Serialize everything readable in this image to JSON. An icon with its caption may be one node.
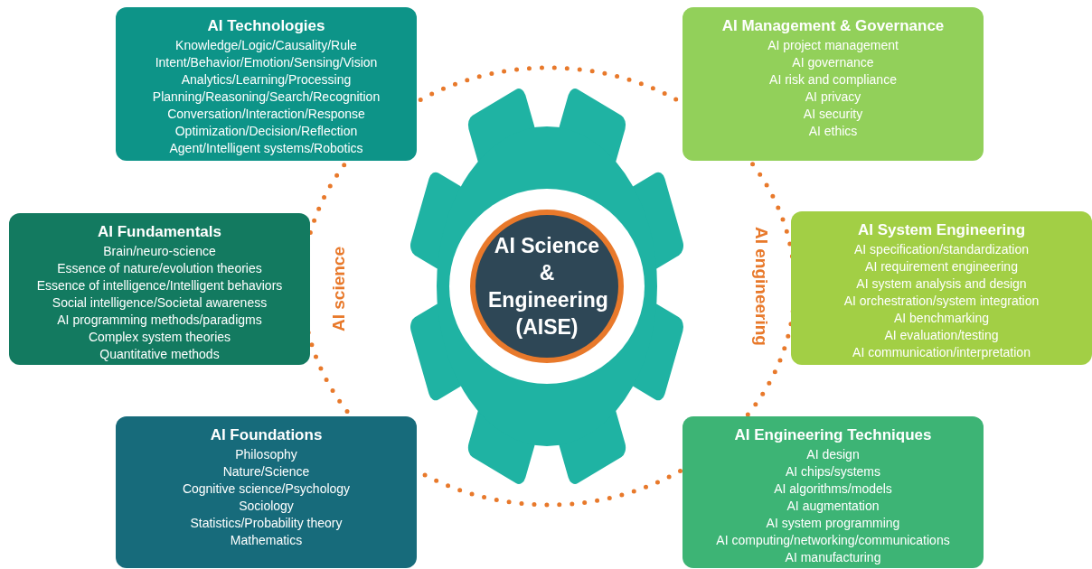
{
  "diagram": {
    "nodes": [
      {
        "text": [
          "AI Technologies",
          "Knowledge/Logic/Causality/Rule",
          "Intent/Behavior/Emotion/Sensing/Vision",
          "Analytics/Learning/Processing",
          "Planning/Reasoning/Search/Recognition",
          "Conversation/Interaction/Response",
          "Optimization/Decision/Reflection",
          "Agent/Intelligent systems/Robotics"
        ]
      },
      {
        "text": [
          "AI Management & Governance",
          "AI project management",
          "AI governance",
          "AI risk and compliance",
          "AI privacy",
          "AI security",
          "AI ethics"
        ]
      },
      {
        "text": [
          "AI Fundamentals",
          "Brain/neuro-science",
          "Essence of nature/evolution theories",
          "Essence of intelligence/Intelligent behaviors",
          "Social intelligence/Societal awareness",
          "AI programming methods/paradigms",
          "Complex system theories",
          "Quantitative methods"
        ]
      },
      {
        "text": [
          "AI Science & Engineering (AISE)"
        ]
      },
      {
        "text": [
          "AI System Engineering",
          "AI specification/standardization",
          "AI requirement engineering",
          "AI system analysis and design",
          "AI orchestration/system integration",
          "AI benchmarking",
          "AI evaluation/testing",
          "AI communication/interpretation"
        ]
      },
      {
        "text": [
          "AI Foundations",
          "Philosophy",
          "Nature/Science",
          "Cognitive science/Psychology",
          "Sociology",
          "Statistics/Probability theory",
          "Mathematics"
        ]
      },
      {
        "text": [
          "AI Engineering Techniques",
          "AI design",
          "AI chips/systems",
          "AI algorithms/models",
          "AI augmentation",
          "AI system programming",
          "AI computing/networking/communications",
          "AI manufacturing"
        ]
      }
    ],
    "edges": [],
    "labels": [
      "AI science",
      "AI engineering"
    ]
  }
}
